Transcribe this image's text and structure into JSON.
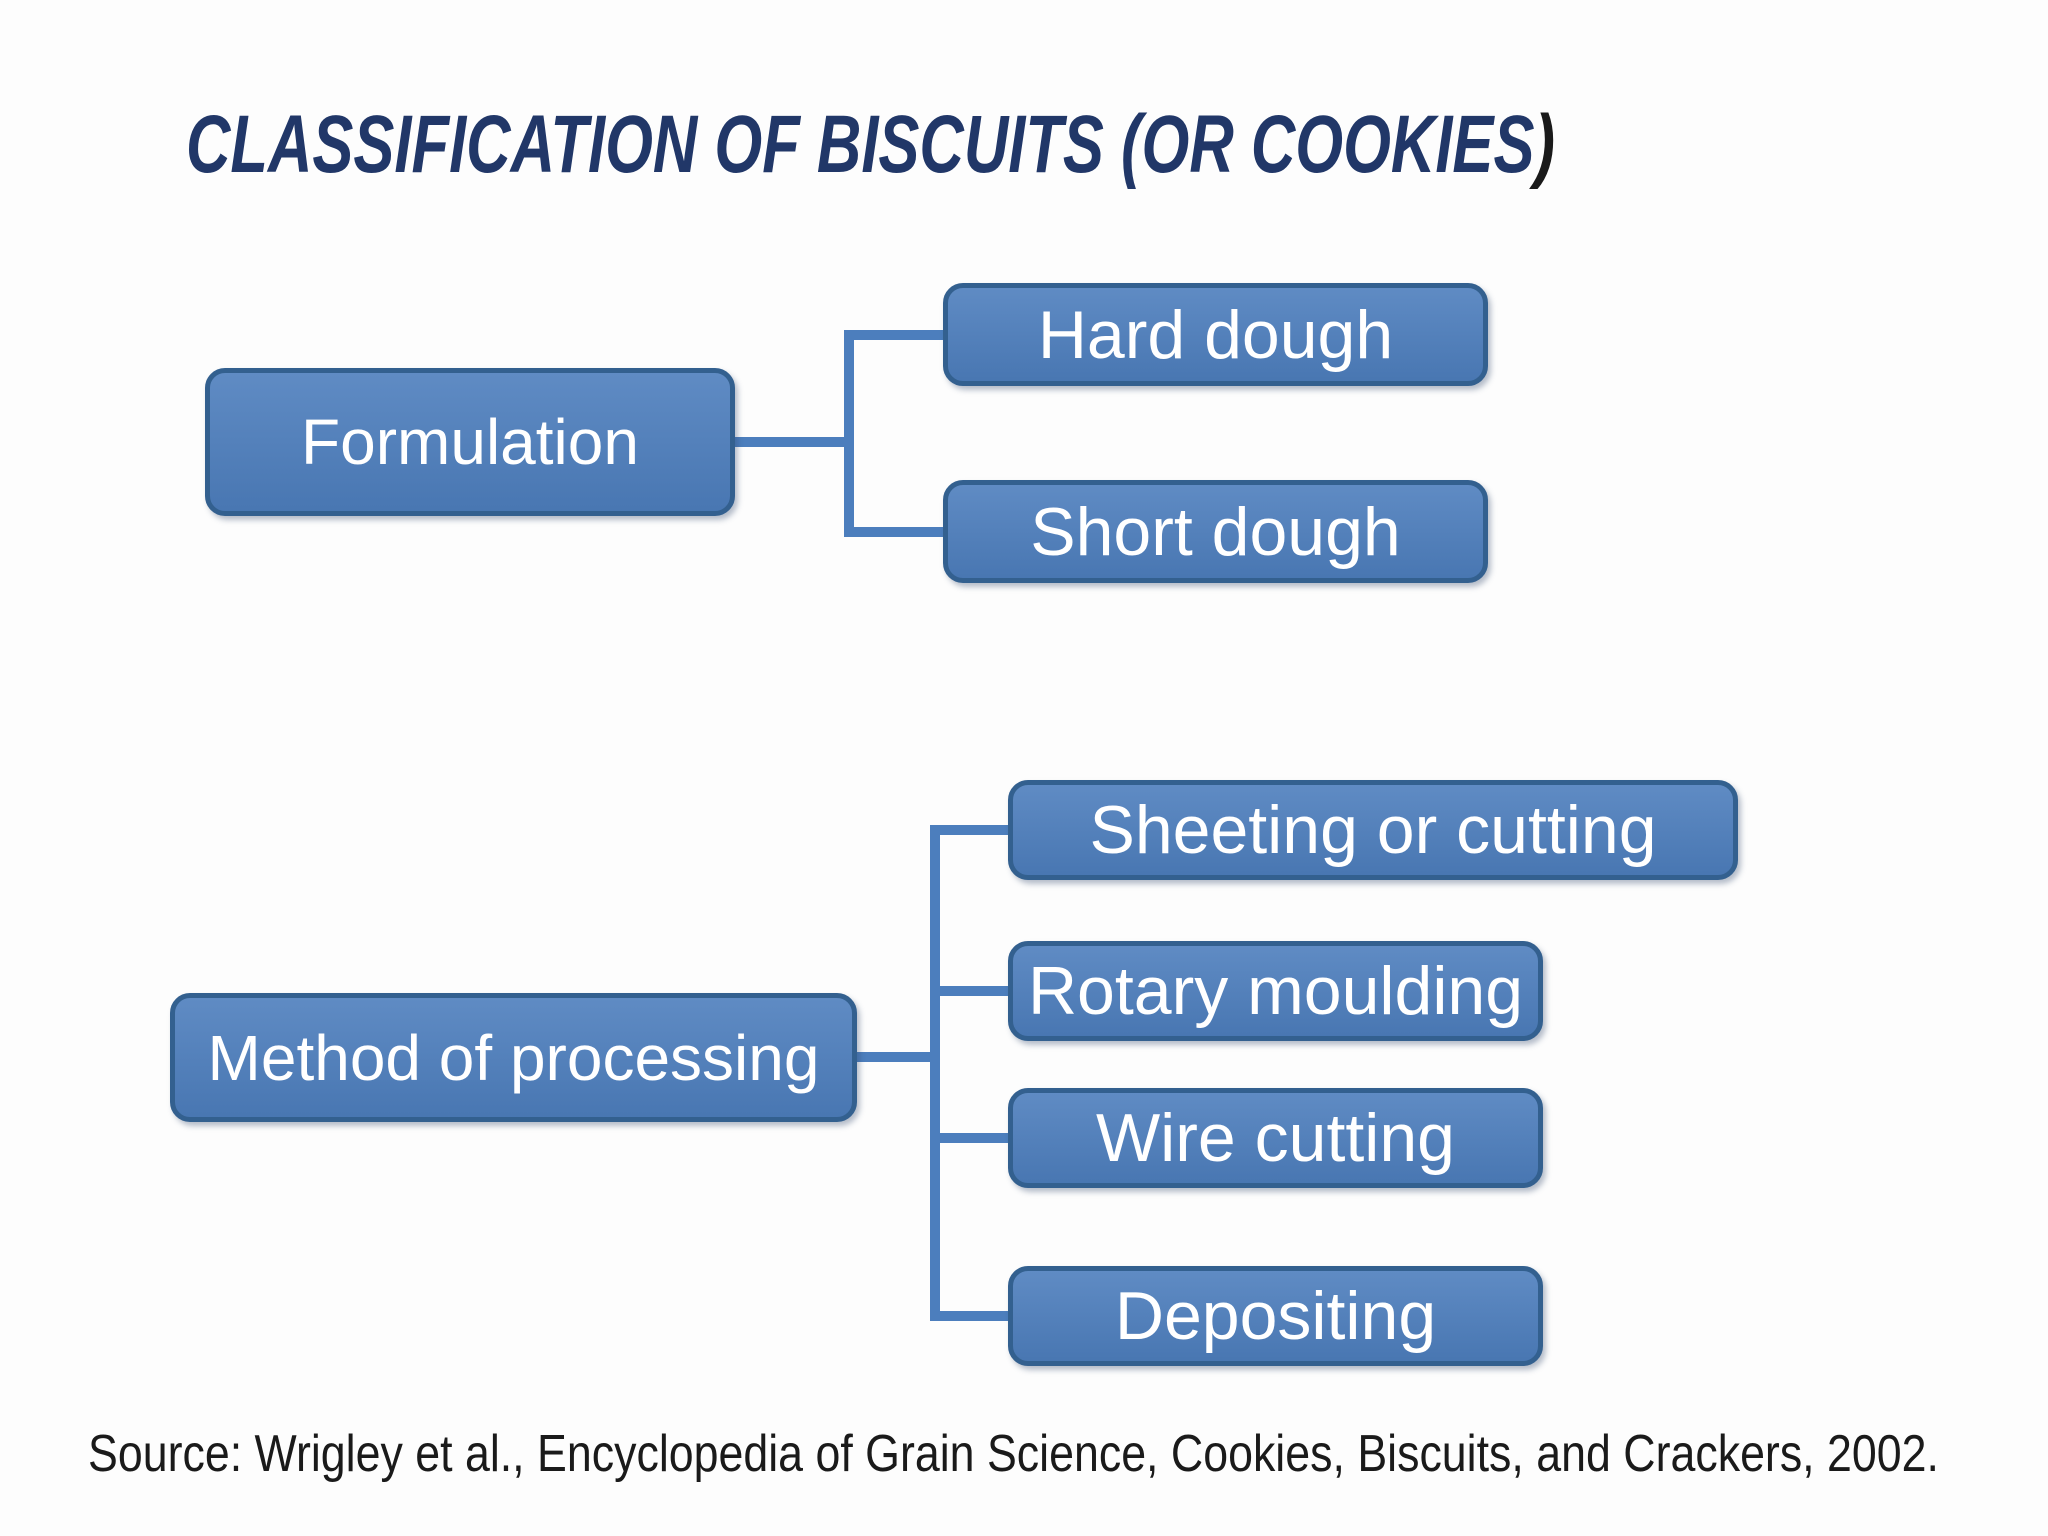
{
  "slide": {
    "title": {
      "text": "CLASSIFICATION OF BISCUITS (OR COOKIES",
      "closing_paren": ")"
    },
    "trees": [
      {
        "root": "Formulation",
        "children": [
          "Hard dough",
          "Short dough"
        ]
      },
      {
        "root": "Method of processing",
        "children": [
          "Sheeting or cutting",
          "Rotary moulding",
          "Wire cutting",
          "Depositing"
        ]
      }
    ],
    "source": "Source: Wrigley et al., Encyclopedia of Grain Science, Cookies, Biscuits, and Crackers, 2002.",
    "colors": {
      "box_fill": "#4d7ebd",
      "box_border": "#33608f",
      "connector": "#4c7ebd",
      "title": "#213768",
      "source_text": "#1a1a1a"
    }
  }
}
